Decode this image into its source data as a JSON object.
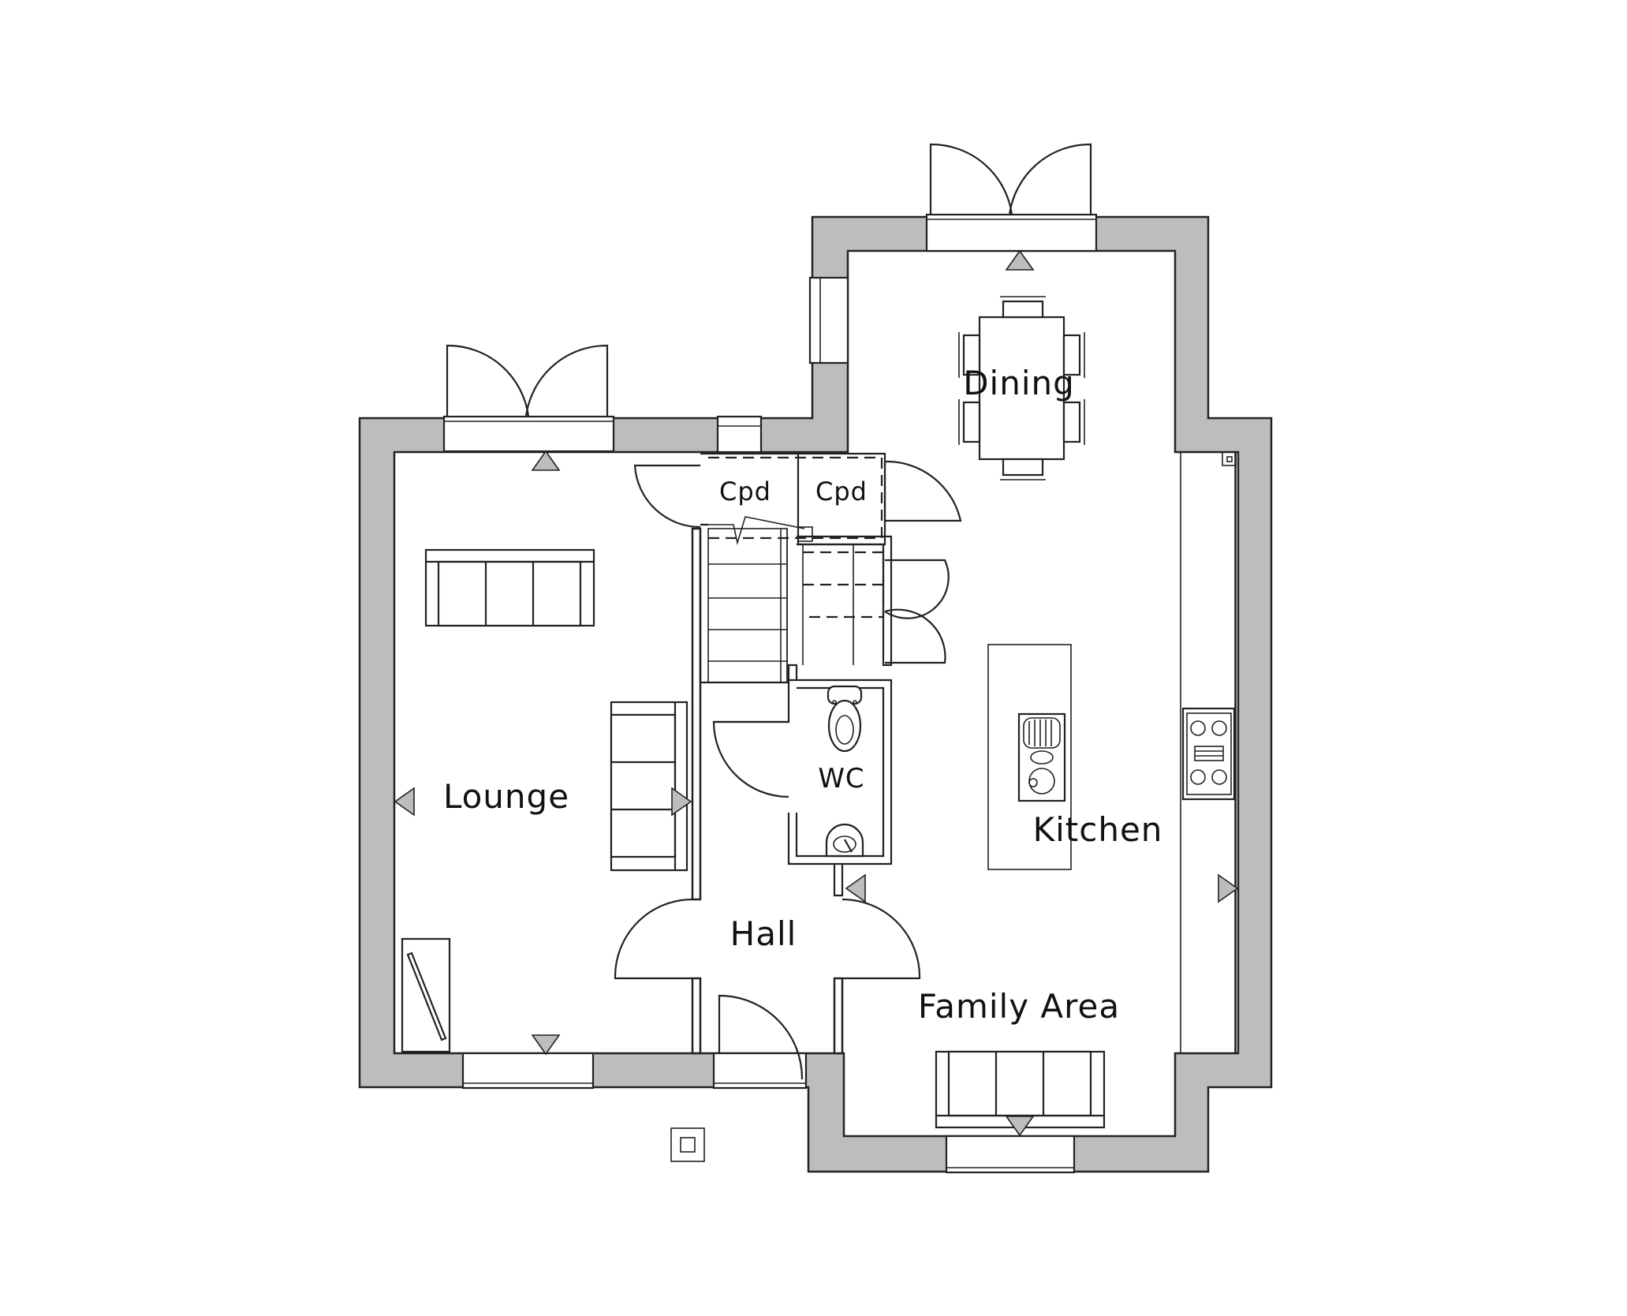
{
  "rooms": {
    "lounge": "Lounge",
    "dining": "Dining",
    "kitchen": "Kitchen",
    "family_area": "Family Area",
    "hall": "Hall",
    "wc": "WC",
    "cupboard_1": "Cpd",
    "cupboard_2": "Cpd"
  },
  "colors": {
    "wall_fill": "#bdbdbd",
    "line": "#222222",
    "background": "#ffffff"
  },
  "icons": [
    "door-swing-icon",
    "window-icon",
    "radiator-arrow-icon",
    "sofa-icon",
    "dining-table-icon",
    "toilet-icon",
    "basin-icon",
    "sink-icon",
    "hob-icon",
    "staircase-icon",
    "fireplace-icon",
    "meter-box-icon"
  ]
}
